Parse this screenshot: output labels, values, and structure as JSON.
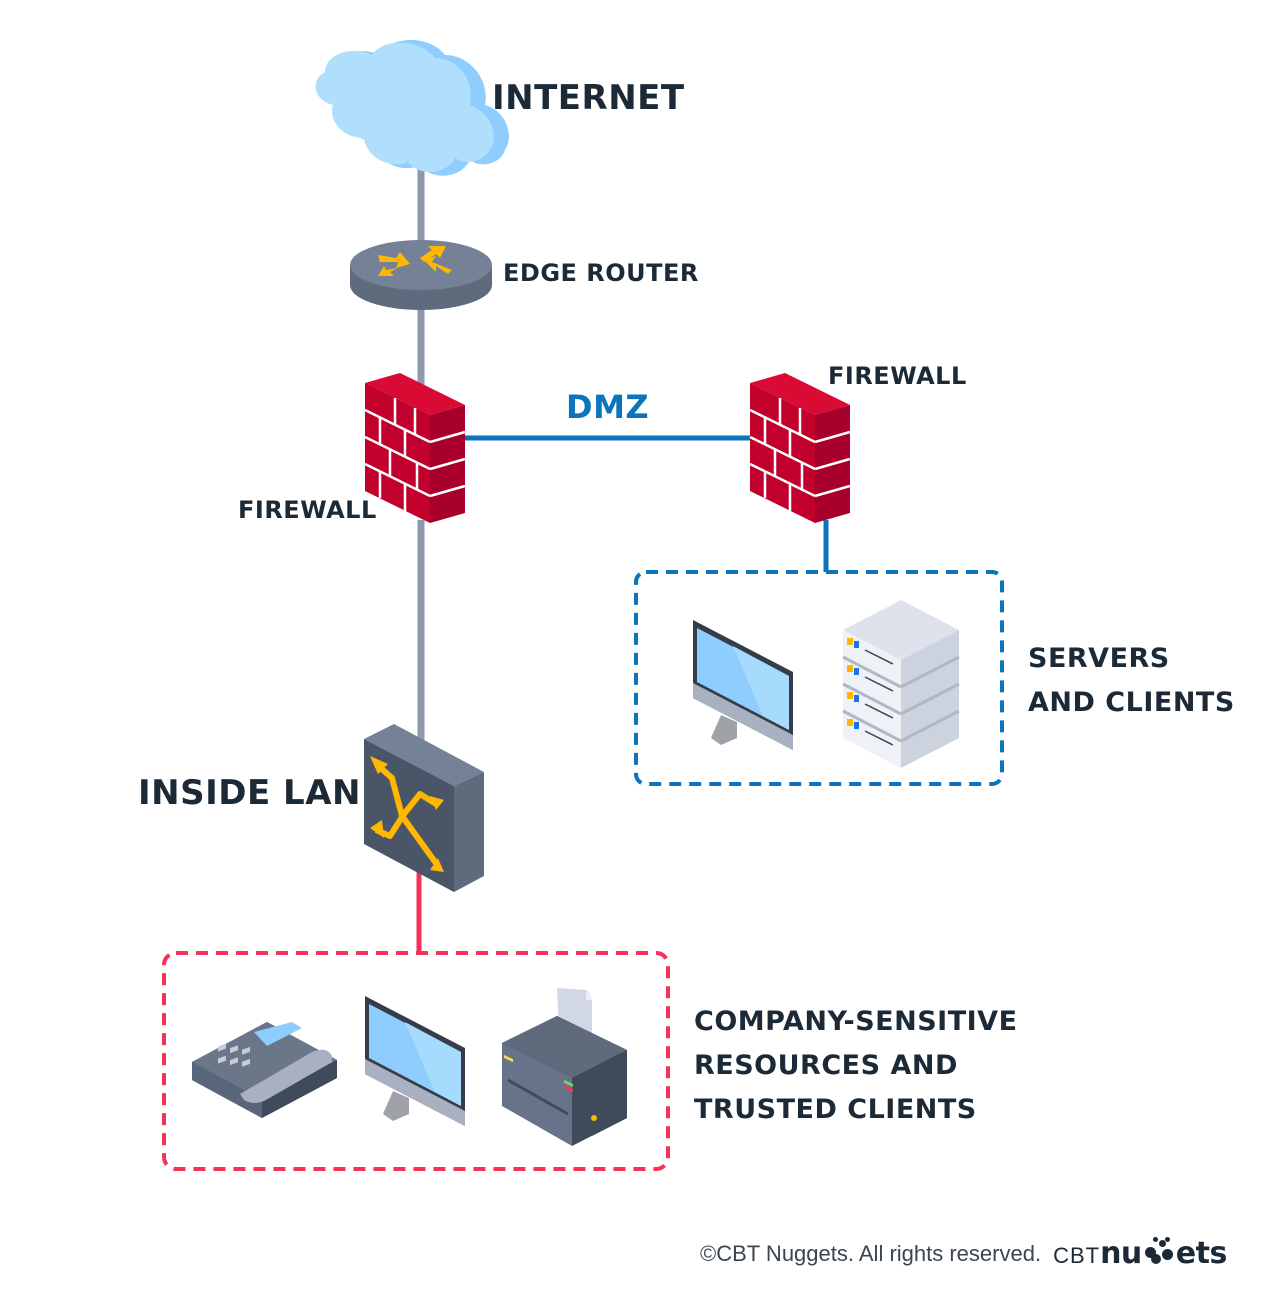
{
  "diagram": {
    "nodes": {
      "internet": {
        "label": "INTERNET",
        "icon": "cloud-icon"
      },
      "edge_router": {
        "label": "EDGE ROUTER",
        "icon": "router-icon"
      },
      "firewall_inside": {
        "label": "FIREWALL",
        "icon": "firewall-icon"
      },
      "firewall_dmz": {
        "label": "FIREWALL",
        "icon": "firewall-icon"
      },
      "inside_lan": {
        "label": "INSIDE LAN",
        "icon": "switch-icon"
      },
      "dmz_zone": {
        "label_lines": [
          "SERVERS",
          "AND CLIENTS"
        ],
        "devices": [
          "monitor-icon",
          "server-stack-icon"
        ]
      },
      "lan_zone": {
        "label_lines": [
          "COMPANY-SENSITIVE",
          "RESOURCES AND",
          "TRUSTED CLIENTS"
        ],
        "devices": [
          "desk-phone-icon",
          "monitor-icon",
          "printer-icon"
        ]
      }
    },
    "links": {
      "dmz_label": "DMZ"
    },
    "colors": {
      "uplink": "#8e99ad",
      "dmz": "#0a74bd",
      "lan": "#f4325a",
      "firewall": "#c8102e",
      "text": "#1c2a38"
    }
  },
  "footer": {
    "copyright": "©CBT Nuggets. All rights reserved.",
    "brand_prefix": "CBT",
    "brand_name_start": "nu",
    "brand_name_end": "ets"
  }
}
